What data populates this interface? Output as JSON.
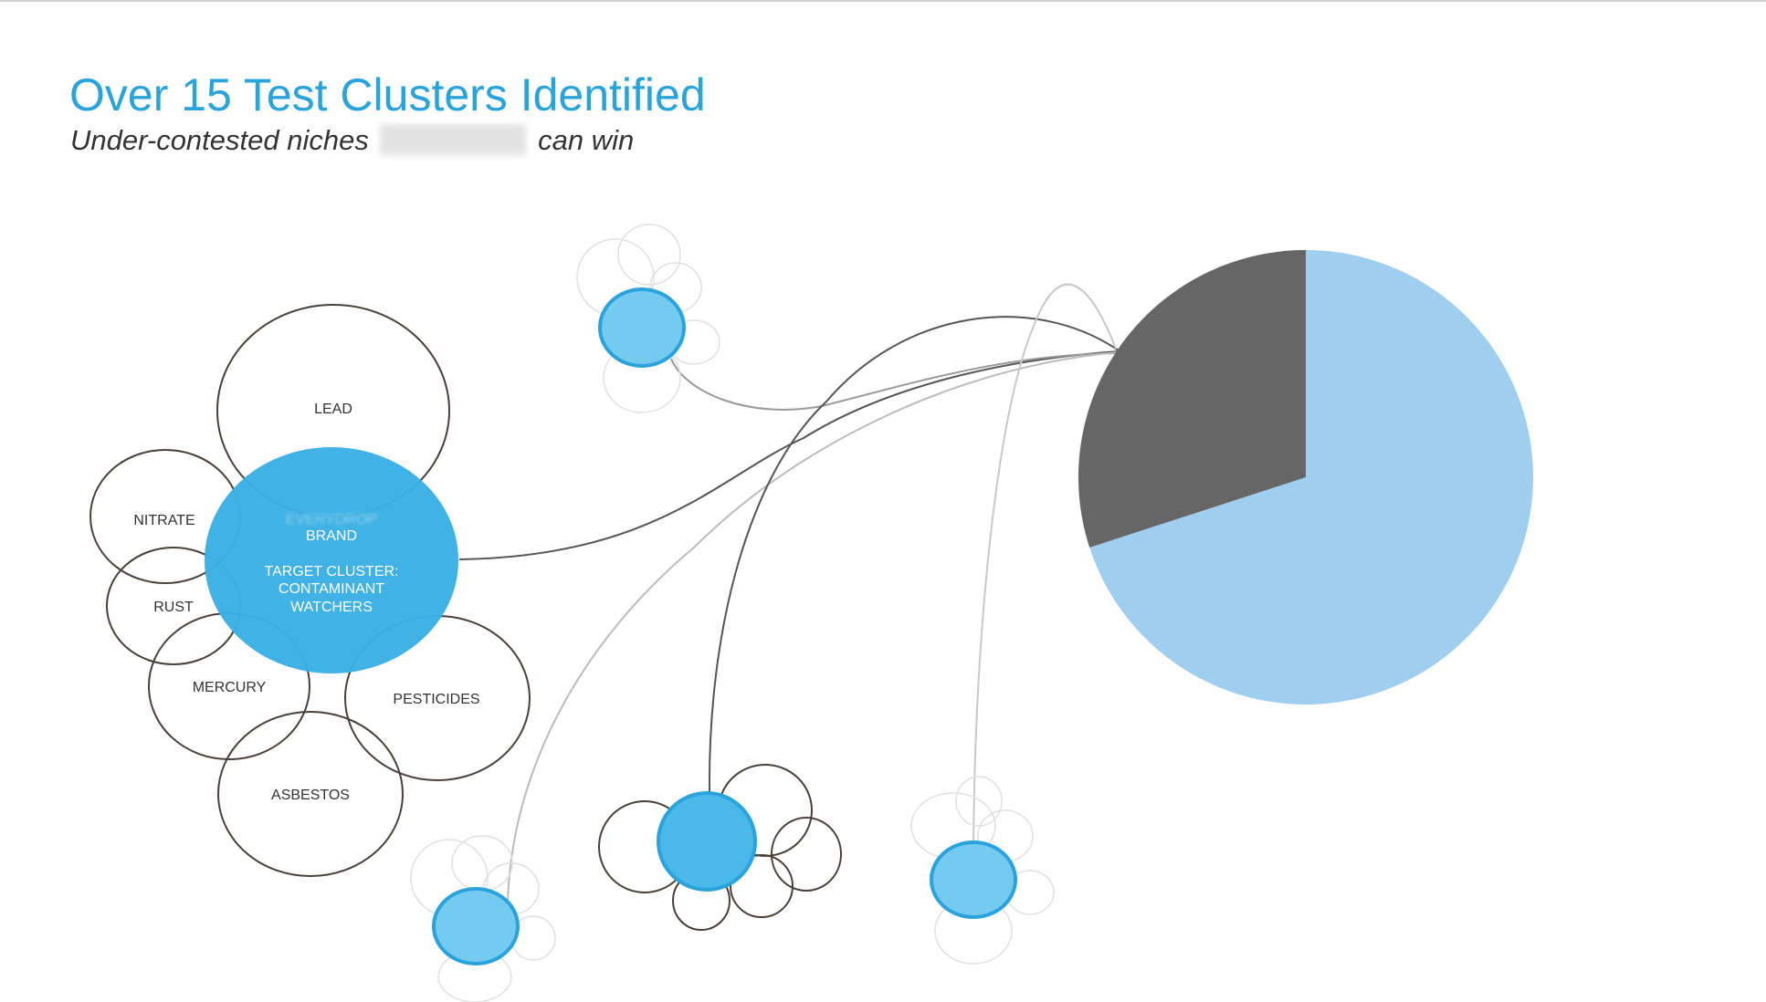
{
  "slide": {
    "title": "Over 15 Test Clusters Identified",
    "subtitle_before": "Under-contested niches",
    "subtitle_after": "can win"
  },
  "target_cluster": {
    "center_line_1": "EVERYDROP",
    "center_line_2": "BRAND",
    "center_line_3": "TARGET CLUSTER:",
    "center_line_4": "CONTAMINANT",
    "center_line_5": "WATCHERS",
    "niches": [
      "LEAD",
      "NITRATE",
      "RUST",
      "MERCURY",
      "PESTICIDES",
      "ASBESTOS"
    ]
  },
  "chart_data": {
    "type": "pie",
    "values": [
      70,
      30
    ],
    "colors": [
      "#a0ceee",
      "#666666"
    ]
  },
  "colors": {
    "title": "#29a3dc",
    "cluster_core": "#3ab0e4",
    "cluster_core_light": "#75cbef",
    "cluster_stroke": "#2aa3dd",
    "niche_stroke": "#4a4038",
    "faint_stroke": "#e0e0e0",
    "connector_dark": "#555555",
    "connector_light": "#bbbbbb"
  }
}
